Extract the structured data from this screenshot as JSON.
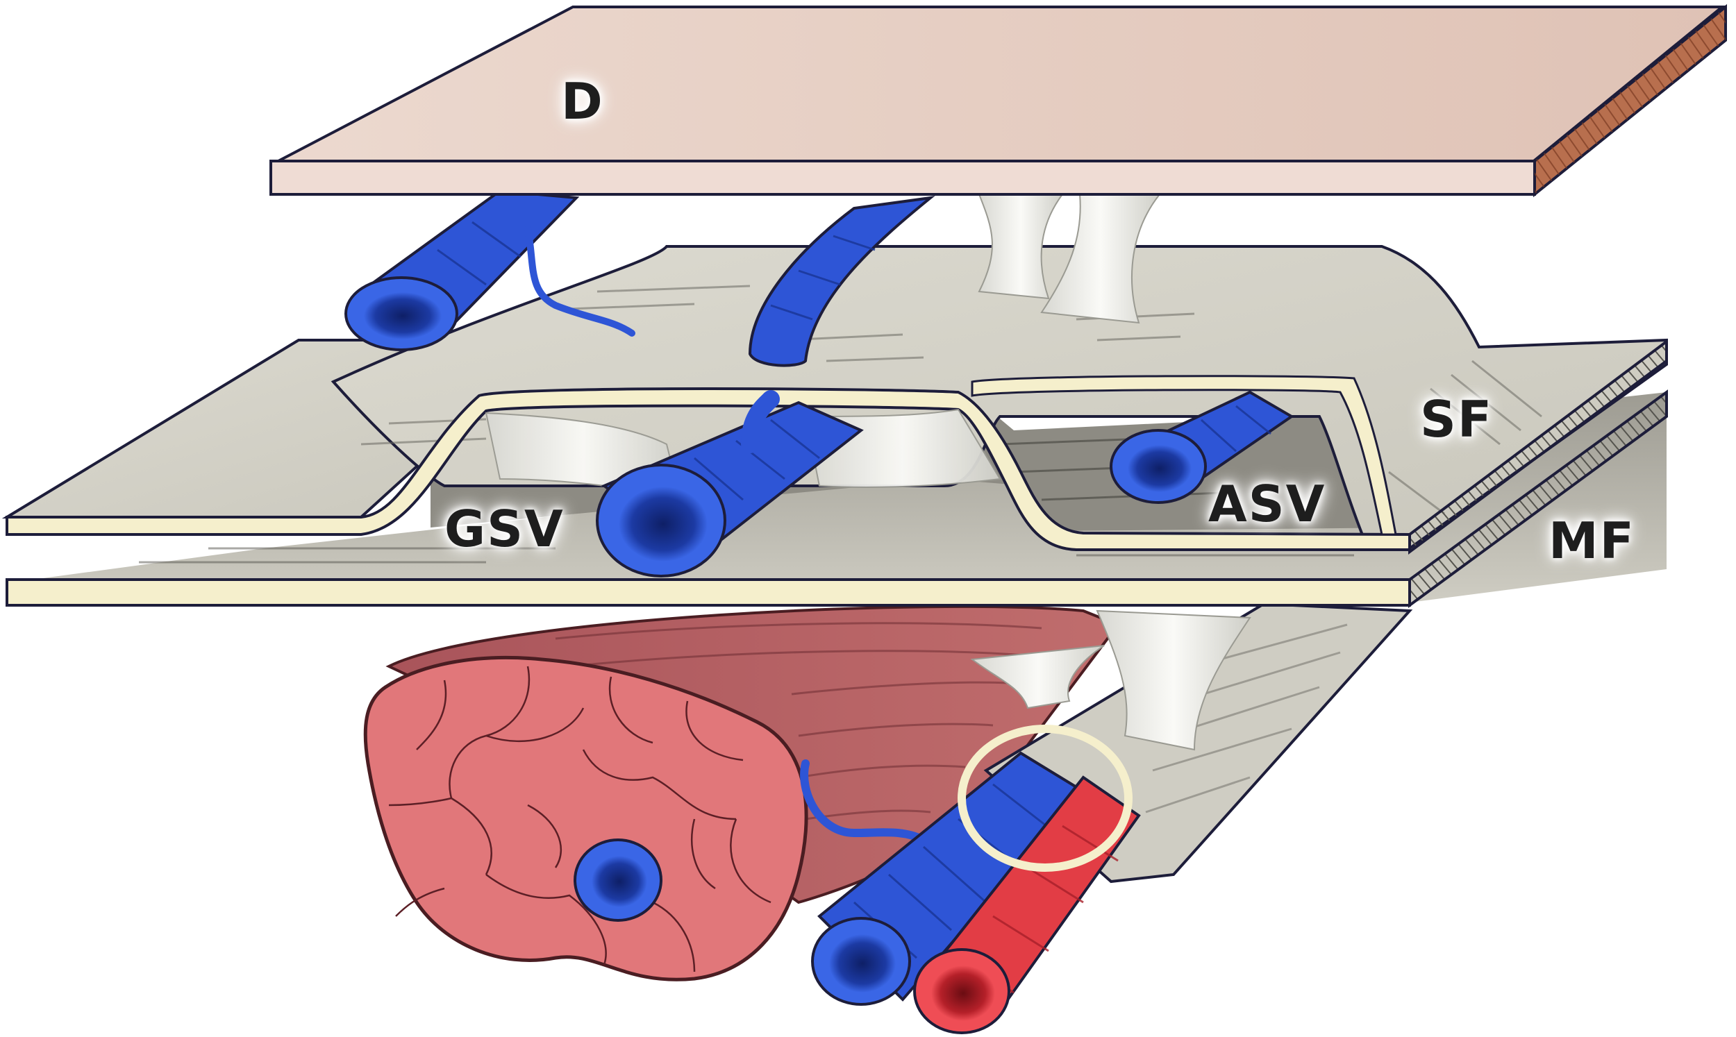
{
  "labels": {
    "dermis": "D",
    "superficial_fascia": "SF",
    "accessory_saphenous_vein": "ASV",
    "great_saphenous_vein": "GSV",
    "muscular_fascia": "MF"
  },
  "colors": {
    "dermis_top": "#e6cdc2",
    "dermis_front": "#efdcd4",
    "dermis_side": "#b86f4e",
    "fascia": "#d4d2c8",
    "fascia_edge": "#f5efcc",
    "vein": "#2e55d6",
    "vein_dark": "#1c3aa3",
    "artery": "#e23d45",
    "muscle_face": "#e1777a",
    "muscle_body": "#b35e5e",
    "ligament": "#eeeeea",
    "outline": "#1d1d3a"
  }
}
